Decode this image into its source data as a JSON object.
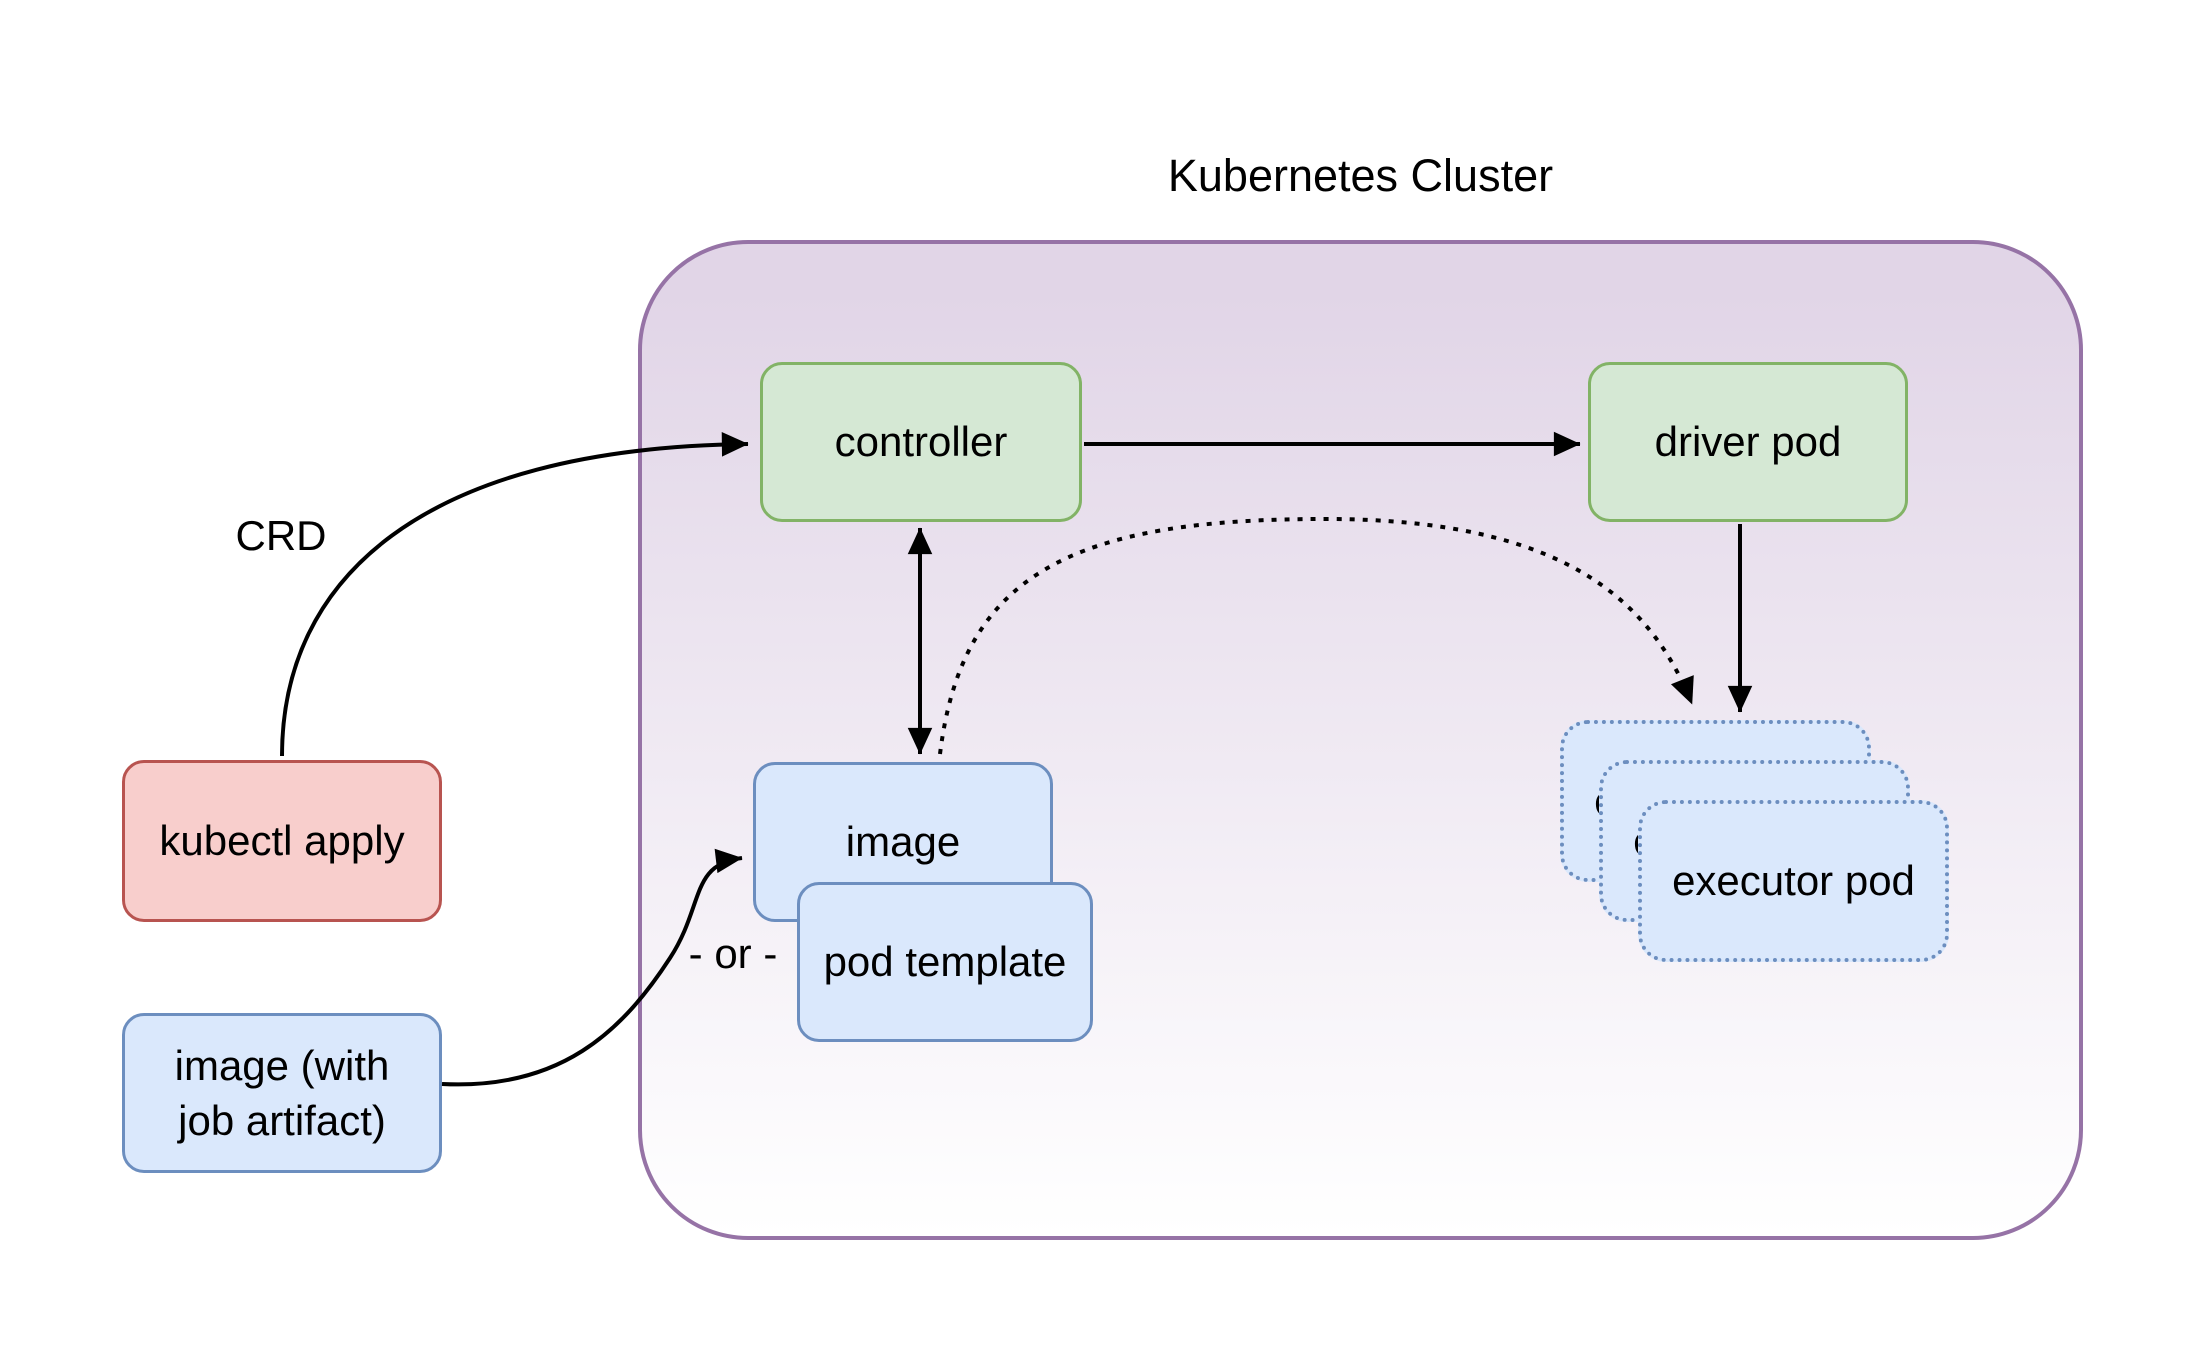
{
  "diagram": {
    "title": "Kubernetes Cluster",
    "nodes": {
      "kubectl_apply": {
        "label": "kubectl apply"
      },
      "image_with_job_artifact": {
        "label": "image (with\njob artifact)"
      },
      "controller": {
        "label": "controller"
      },
      "driver_pod": {
        "label": "driver pod"
      },
      "image": {
        "label": "image"
      },
      "pod_template": {
        "label": "pod template"
      },
      "executor_pods": {
        "label": "executor pod",
        "count": 3
      }
    },
    "edge_labels": {
      "crd": "CRD",
      "or": "- or -"
    },
    "edges": [
      {
        "from": "kubectl_apply",
        "to": "controller",
        "style": "solid-curve",
        "label_key": "crd"
      },
      {
        "from": "controller",
        "to": "driver_pod",
        "style": "solid"
      },
      {
        "from": "controller",
        "to": "image",
        "style": "solid-double-arrow"
      },
      {
        "from": "driver_pod",
        "to": "executor_pods",
        "style": "solid"
      },
      {
        "from": "image",
        "to": "executor_pods",
        "style": "dotted-curve"
      },
      {
        "from": "image_with_job_artifact",
        "to": "image",
        "style": "solid-curve",
        "label_key": "or"
      }
    ],
    "colors": {
      "cluster_fill_top": "#e1d5e7",
      "cluster_fill_bottom": "#ffffff",
      "cluster_stroke": "#9673a6",
      "green_fill": "#d5e8d4",
      "green_stroke": "#82b366",
      "red_fill": "#f8cecc",
      "red_stroke": "#b85450",
      "blue_fill": "#dae8fc",
      "blue_stroke": "#6c8ebf",
      "arrow": "#000000"
    }
  }
}
